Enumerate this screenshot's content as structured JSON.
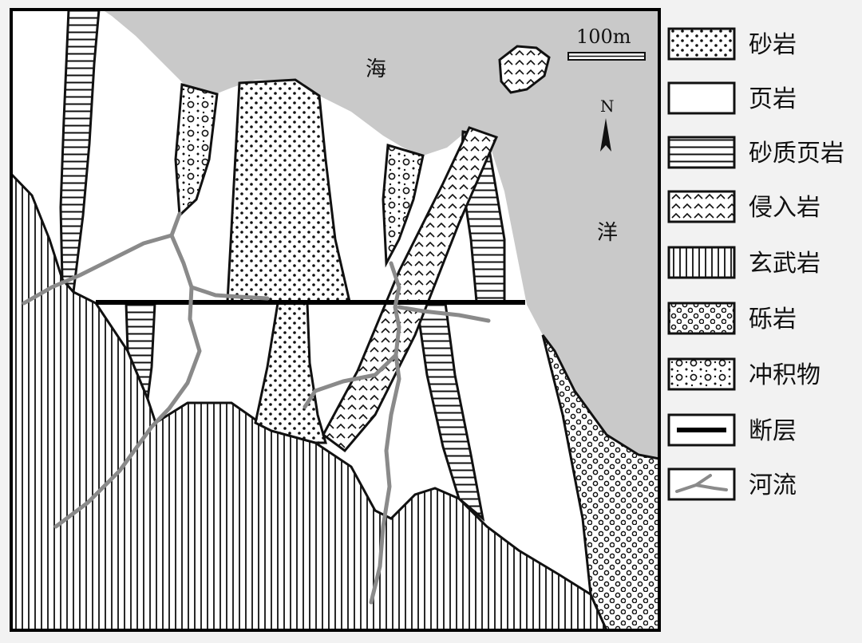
{
  "map": {
    "sea_label_1": "海",
    "sea_label_2": "洋",
    "scale_label": "100m",
    "north_label": "N"
  },
  "legend": {
    "items": [
      {
        "key": "sandstone",
        "label": "砂岩"
      },
      {
        "key": "shale",
        "label": "页岩"
      },
      {
        "key": "sandy_shale",
        "label": "砂质页岩"
      },
      {
        "key": "intrusive",
        "label": "侵入岩"
      },
      {
        "key": "basalt",
        "label": "玄武岩"
      },
      {
        "key": "conglomerate",
        "label": "砾岩"
      },
      {
        "key": "alluvium",
        "label": "冲积物"
      },
      {
        "key": "fault",
        "label": "断层"
      },
      {
        "key": "river",
        "label": "河流"
      }
    ]
  }
}
